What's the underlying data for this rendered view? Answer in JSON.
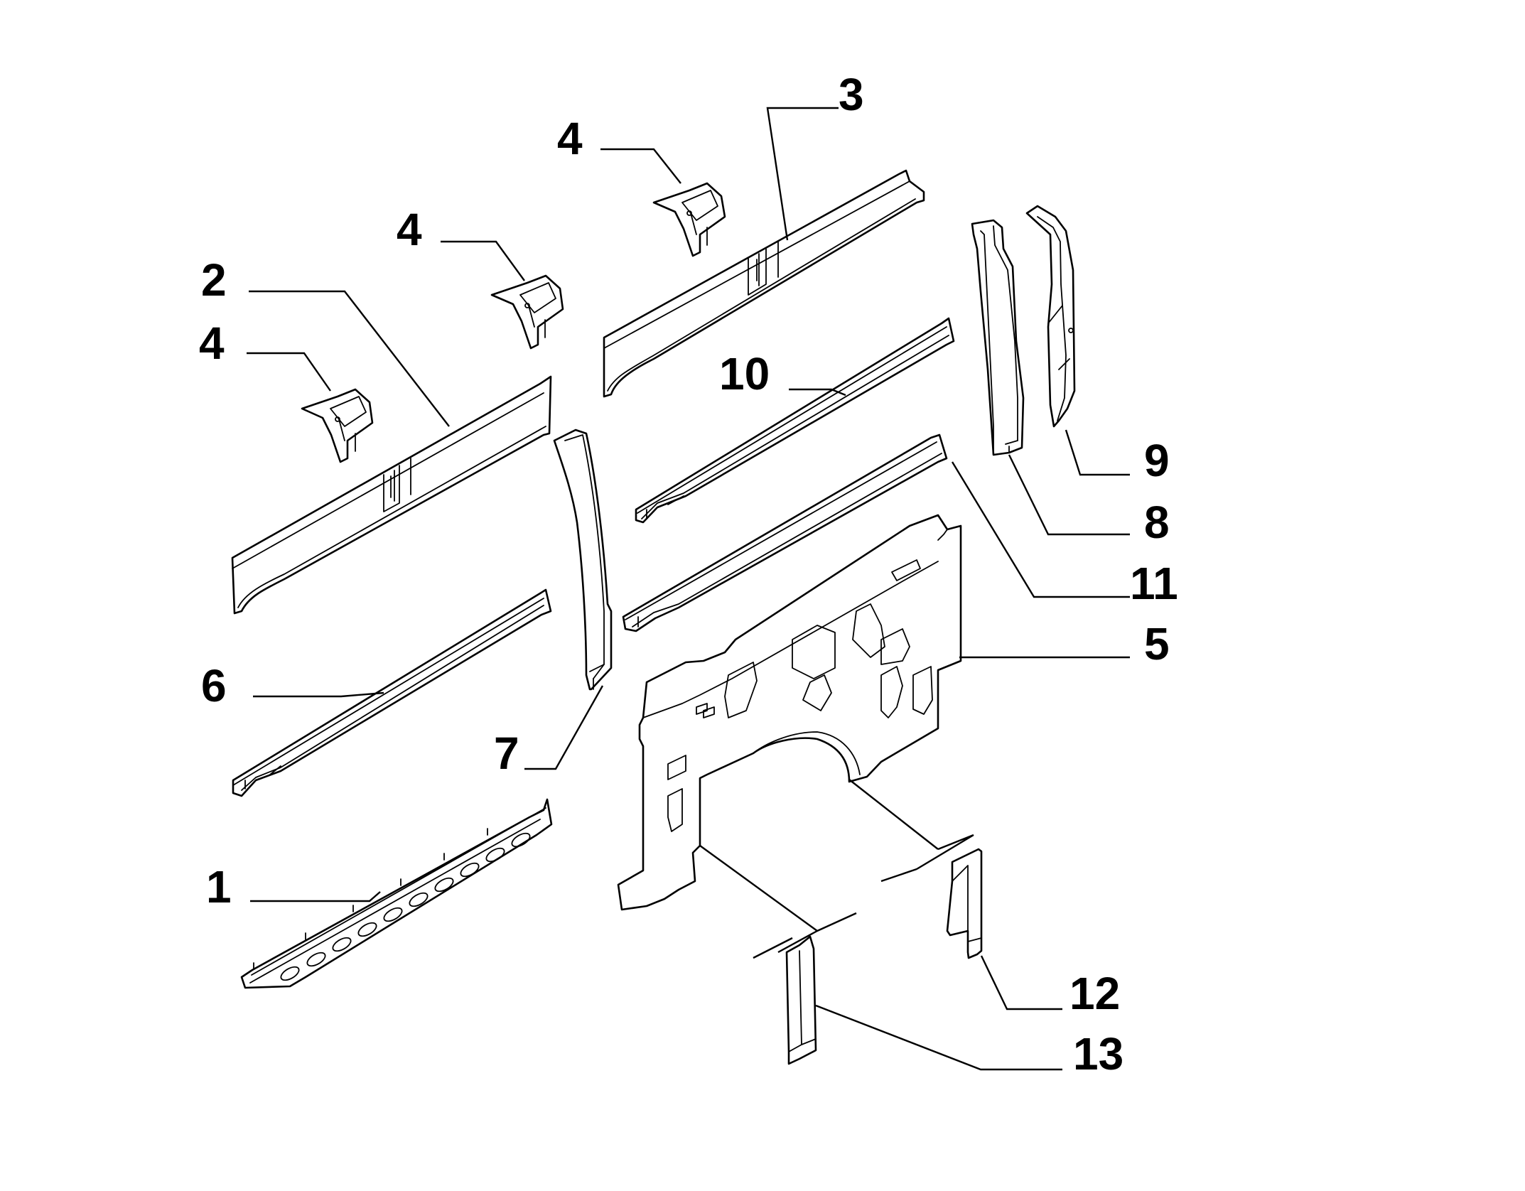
{
  "diagram": {
    "type": "exploded-parts-diagram",
    "line_color": "#000000",
    "background": "#ffffff",
    "callouts": {
      "c1": "1",
      "c2": "2",
      "c3": "3",
      "c4a": "4",
      "c4b": "4",
      "c4c": "4",
      "c5": "5",
      "c6": "6",
      "c7": "7",
      "c8": "8",
      "c9": "9",
      "c10": "10",
      "c11": "11",
      "c12": "12",
      "c13": "13"
    }
  }
}
